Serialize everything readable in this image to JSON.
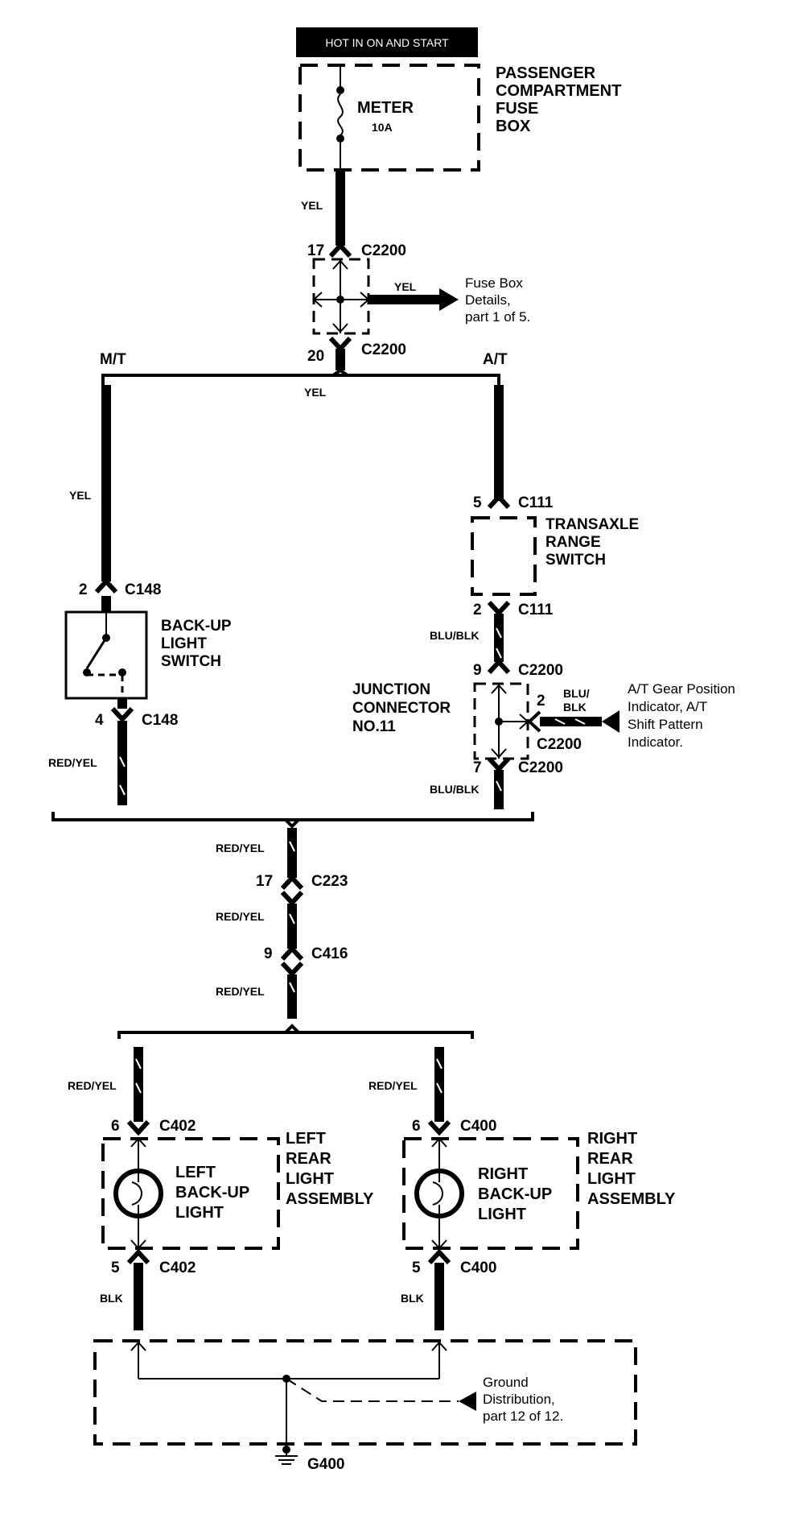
{
  "header": {
    "hot_label": "HOT IN ON AND START"
  },
  "fuse_box": {
    "name": "PASSENGER\nCOMPARTMENT\nFUSE\nBOX",
    "fuse_name": "METER",
    "fuse_rating": "10A"
  },
  "wire_colors": {
    "yel": "YEL",
    "blu_blk": "BLU/BLK",
    "blu_blk_split": "BLU/\nBLK",
    "red_yel": "RED/YEL",
    "blk": "BLK"
  },
  "connectors": {
    "c2200_top": {
      "pin": "17",
      "name": "C2200"
    },
    "c2200_bottom": {
      "pin": "20",
      "name": "C2200"
    },
    "c111_top": {
      "pin": "5",
      "name": "C111"
    },
    "c111_bottom": {
      "pin": "2",
      "name": "C111"
    },
    "c148_top": {
      "pin": "2",
      "name": "C148"
    },
    "c148_bottom": {
      "pin": "4",
      "name": "C148"
    },
    "c2200_9": {
      "pin": "9",
      "name": "C2200"
    },
    "c2200_2": {
      "pin": "2",
      "name": "C2200"
    },
    "c2200_7": {
      "pin": "7",
      "name": "C2200"
    },
    "c223": {
      "pin": "17",
      "name": "C223"
    },
    "c416": {
      "pin": "9",
      "name": "C416"
    },
    "c402_top": {
      "pin": "6",
      "name": "C402"
    },
    "c402_bottom": {
      "pin": "5",
      "name": "C402"
    },
    "c400_top": {
      "pin": "6",
      "name": "C400"
    },
    "c400_bottom": {
      "pin": "5",
      "name": "C400"
    }
  },
  "branches": {
    "mt": "M/T",
    "at": "A/T"
  },
  "references": {
    "fuse_box_details": "Fuse Box\nDetails,\npart 1 of 5.",
    "gear_position": "A/T Gear Position\nIndicator, A/T\nShift Pattern\nIndicator.",
    "ground_distribution": "Ground\nDistribution,\npart 12 of 12."
  },
  "components": {
    "transaxle": "TRANSAXLE\nRANGE\nSWITCH",
    "backup_switch": "BACK-UP\nLIGHT\nSWITCH",
    "junction": "JUNCTION\nCONNECTOR\nNO.11",
    "left_light": "LEFT\nBACK-UP\nLIGHT",
    "left_assembly": "LEFT\nREAR\nLIGHT\nASSEMBLY",
    "right_light": "RIGHT\nBACK-UP\nLIGHT",
    "right_assembly": "RIGHT\nREAR\nLIGHT\nASSEMBLY"
  },
  "ground": {
    "name": "G400"
  }
}
